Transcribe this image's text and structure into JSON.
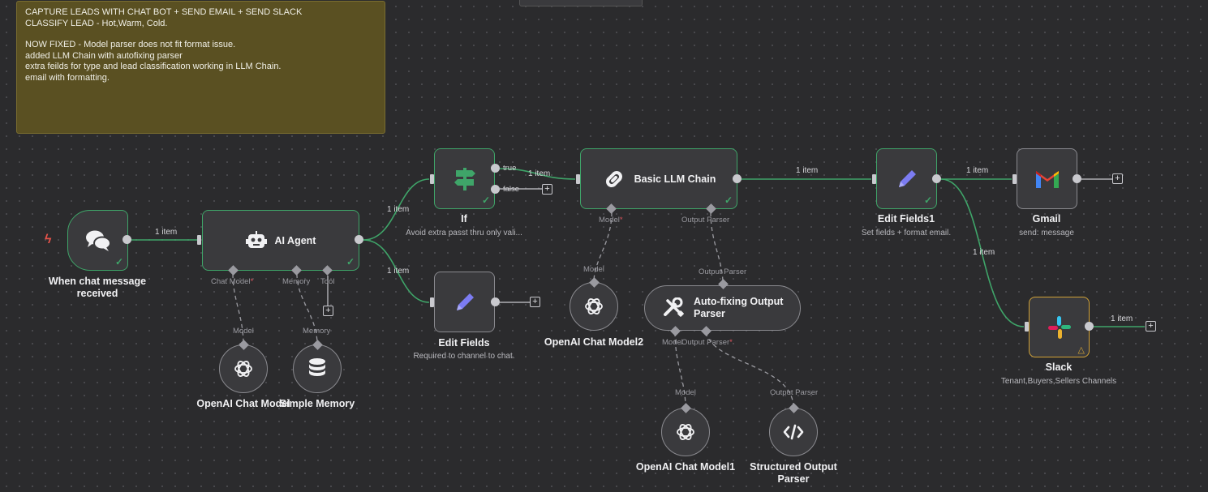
{
  "sticky_note": {
    "lines": [
      "CAPTURE LEADS WITH CHAT BOT + SEND EMAIL + SEND SLACK",
      "CLASSIFY LEAD - Hot,Warm, Cold.",
      "",
      "NOW FIXED - Model parser does not fit format issue.",
      "added LLM Chain with autofixing parser",
      "extra feilds for type and lead classification working in LLM Chain.",
      "email with formatting."
    ]
  },
  "nodes": {
    "chat_trigger": {
      "name": "When chat message received",
      "icon": "chat-bubbles-icon"
    },
    "ai_agent": {
      "name": "AI Agent",
      "icon": "robot-icon"
    },
    "if_node": {
      "name": "If",
      "subtitle": "Avoid extra passt thru only vali...",
      "icon": "signpost-icon",
      "out_true": "true",
      "out_false": "false"
    },
    "edit_fields": {
      "name": "Edit Fields",
      "subtitle": "Required to channel to chat.",
      "icon": "pencil-icon"
    },
    "basic_llm_chain": {
      "name": "Basic LLM Chain",
      "icon": "link-icon"
    },
    "edit_fields1": {
      "name": "Edit Fields1",
      "subtitle": "Set fields + format email.",
      "icon": "pencil-icon"
    },
    "gmail": {
      "name": "Gmail",
      "subtitle": "send: message",
      "icon": "gmail-icon"
    },
    "slack": {
      "name": "Slack",
      "subtitle": "Tenant,Buyers,Sellers Channels",
      "icon": "slack-icon"
    },
    "openai_chat_model": {
      "name": "OpenAI Chat Model",
      "icon": "openai-icon"
    },
    "simple_memory": {
      "name": "Simple Memory",
      "icon": "database-icon"
    },
    "openai_chat_model2": {
      "name": "OpenAI Chat Model2",
      "icon": "openai-icon"
    },
    "auto_fixing_parser": {
      "name": "Auto-fixing Output Parser",
      "line1": "Auto-fixing Output",
      "line2": "Parser",
      "icon": "tools-icon"
    },
    "openai_chat_model1": {
      "name": "OpenAI Chat Model1",
      "icon": "openai-icon"
    },
    "structured_output_parser": {
      "name": "Structured Output Parser",
      "line1": "Structured Output",
      "line2": "Parser",
      "icon": "code-icon"
    }
  },
  "ports": {
    "chat_model": "Chat Model",
    "memory": "Memory",
    "tool": "Tool",
    "model": "Model",
    "output_parser": "Output Parser",
    "required_mark": "*"
  },
  "edge_labels": {
    "item": "1 item"
  },
  "colors": {
    "success": "#3fa569",
    "warning": "#d1a237",
    "canvas": "#2b2b2d",
    "node": "#3a3a3d",
    "sticky": "#5a5022"
  }
}
